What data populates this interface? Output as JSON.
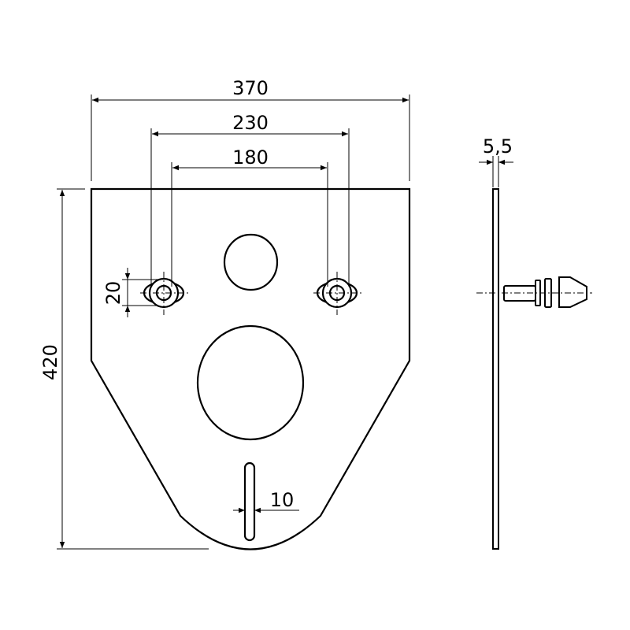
{
  "drawing": {
    "front_view": {
      "overall_width": "370",
      "bolt_outer_spacing": "230",
      "bolt_inner_spacing": "180",
      "overall_height": "420",
      "bolt_slot_height": "20",
      "bottom_slot_width": "10"
    },
    "side_view": {
      "plate_thickness": "5,5"
    }
  }
}
